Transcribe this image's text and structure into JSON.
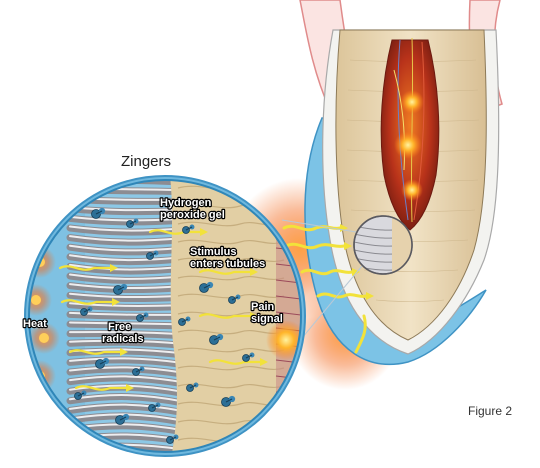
{
  "figure": {
    "title": "Zingers",
    "caption": "Figure 2"
  },
  "labels": {
    "hydrogen_peroxide_gel": [
      "Hydrogen",
      "peroxide gel"
    ],
    "stimulus": [
      "Stimulus",
      "enters tubules"
    ],
    "pain_signal": [
      "Pain",
      "signal"
    ],
    "heat": "Heat",
    "free_radicals": [
      "Free",
      "radicals"
    ]
  },
  "colors": {
    "dentin": "#e9d8b6",
    "pulp": "#b8321a",
    "enamel_shell": "#f3f3f0",
    "gel": "#6fb8de",
    "glow": "#f2711c",
    "signal": "#f2e23a",
    "tubule": "#b9b9bd",
    "radical": "#2c6f96"
  }
}
